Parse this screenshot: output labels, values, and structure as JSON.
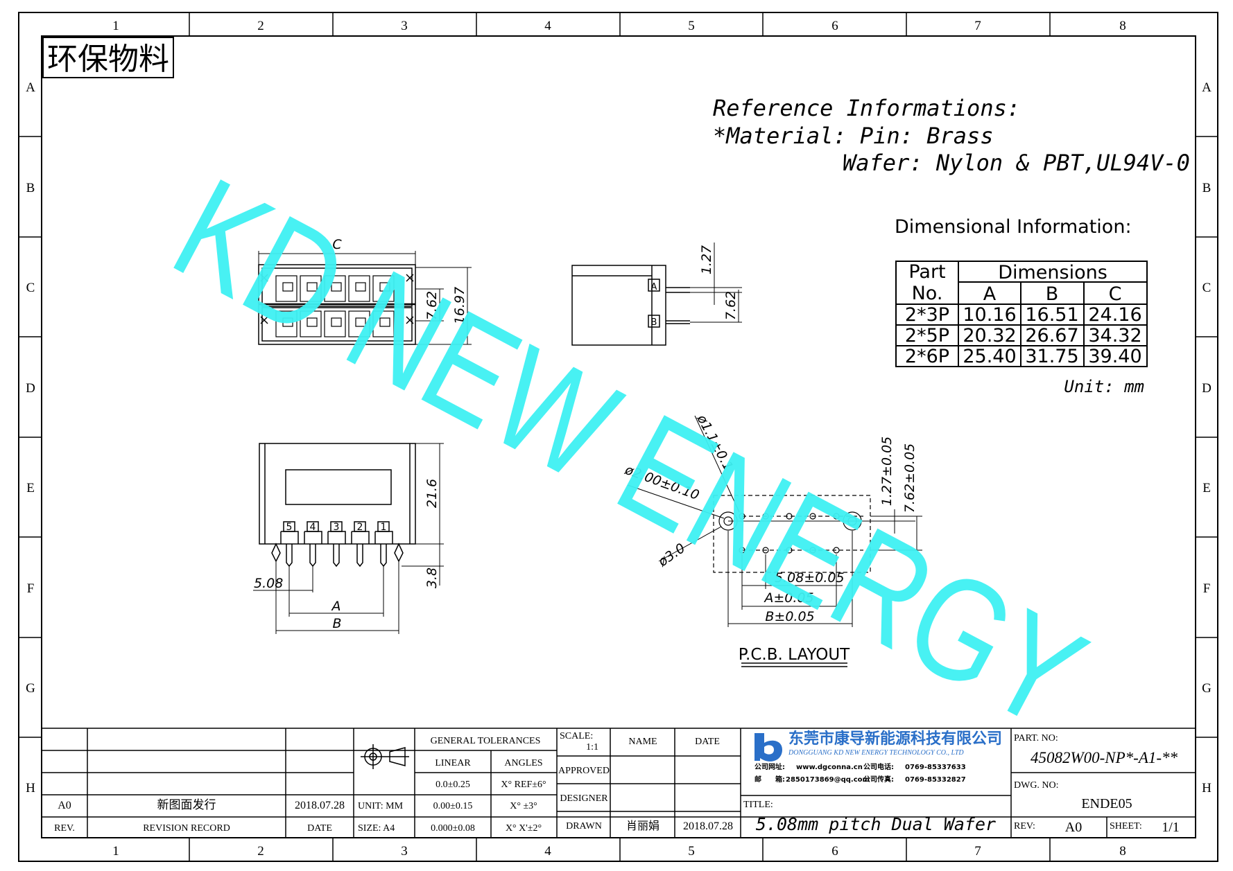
{
  "grid": {
    "cols": [
      "1",
      "2",
      "3",
      "4",
      "5",
      "6",
      "7",
      "8"
    ],
    "rows": [
      "A",
      "B",
      "C",
      "D",
      "E",
      "F",
      "G",
      "H"
    ]
  },
  "stamp": "环保物料",
  "watermark": "KD NEW ENERGY",
  "reference": {
    "title": "Reference Informations:",
    "material": "*Material: Pin: Brass",
    "wafer": "Wafer: Nylon & PBT,UL94V-0"
  },
  "dimensional": {
    "title": "Dimensional Information:",
    "header": {
      "part": "Part",
      "no": "No.",
      "dims": "Dimensions",
      "a": "A",
      "b": "B",
      "c": "C"
    },
    "rows": [
      {
        "part": "2*3P",
        "a": "10.16",
        "b": "16.51",
        "c": "24.16"
      },
      {
        "part": "2*5P",
        "a": "20.32",
        "b": "26.67",
        "c": "34.32"
      },
      {
        "part": "2*6P",
        "a": "25.40",
        "b": "31.75",
        "c": "39.40"
      }
    ],
    "unit": "Unit: mm"
  },
  "top_view": {
    "c": "C",
    "d1": "7.62",
    "d2": "16.97"
  },
  "side_view": {
    "d1": "1.27",
    "d2": "7.62",
    "a": "A",
    "b": "B"
  },
  "front_view": {
    "pins": [
      "5",
      "4",
      "3",
      "2",
      "1"
    ],
    "height": "21.6",
    "leg": "3.8",
    "pitch": "5.08",
    "a": "A",
    "b": "B"
  },
  "pcb": {
    "hole": "ø1.1±0.1",
    "peg": "ø2.00±0.10",
    "outer": "ø3.0",
    "v1": "1.27±0.05",
    "v2": "7.62±0.05",
    "pitch": "5.08±0.05",
    "a": "A±0.05",
    "b": "B±0.05",
    "label": "P.C.B. LAYOUT"
  },
  "title_block": {
    "rev_ao": "A0",
    "rev_record_entry": "新图面发行",
    "rev_date": "2018.07.28",
    "rev_label": "REV.",
    "rev_record_label": "REVISION RECORD",
    "date_label": "DATE",
    "unit": "UNIT: MM",
    "size": "SIZE: A4",
    "gen_tol": "GENERAL TOLERANCES",
    "linear": "LINEAR",
    "angles": "ANGLES",
    "lin1": "0.0±0.25",
    "lin2": "0.00±0.15",
    "lin3": "0.000±0.08",
    "ang1": "X° REF±6°",
    "ang2": "X° ±3°",
    "ang3": "X° X'±2°",
    "scale_label": "SCALE:",
    "scale_val": "1:1",
    "approved": "APPROVED",
    "designer": "DESIGNER",
    "drawn": "DRAWN",
    "name": "NAME",
    "date": "DATE",
    "drawn_name": "肖丽娟",
    "drawn_date": "2018.07.28",
    "company_cn": "东莞市康导新能源科技有限公司",
    "company_en": "DONGGUANG KD NEW ENERGY TECHNOLOGY CO., LTD",
    "web_label": "公司网址:",
    "web": "www.dgconna.cn",
    "tel_label": "公司电话:",
    "tel": "0769-85337633",
    "mail_label": "邮　　箱:",
    "mail": "2850173869@qq.com",
    "fax_label": "公司传真:",
    "fax": "0769-85332827",
    "title_label": "TITLE:",
    "title": "5.08mm pitch Dual Wafer",
    "part_label": "PART. NO:",
    "part_no": "45082W00-NP*-A1-**",
    "dwg_label": "DWG. NO:",
    "dwg_no": "ENDE05",
    "rev2_label": "REV:",
    "rev2": "A0",
    "sheet_label": "SHEET:",
    "sheet": "1/1"
  },
  "colors": {
    "watermark": "#3ff1f3",
    "logo": "#2a6fc8"
  }
}
